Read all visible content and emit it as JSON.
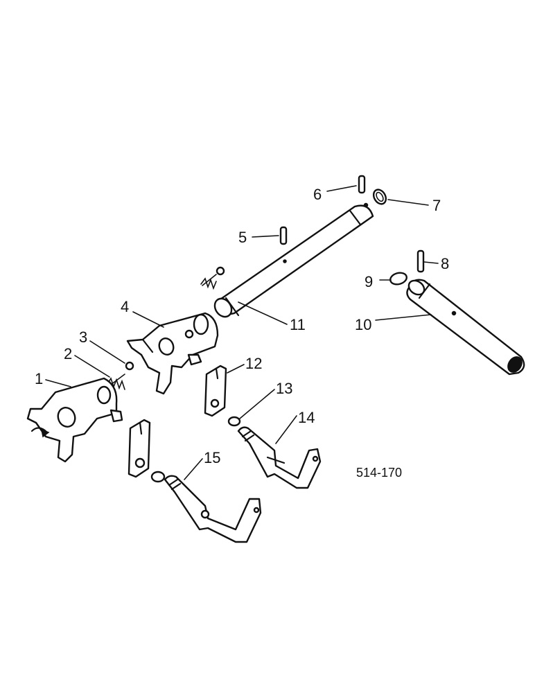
{
  "diagram": {
    "reference_code": "514-170",
    "callouts": [
      "1",
      "2",
      "3",
      "4",
      "5",
      "6",
      "7",
      "8",
      "9",
      "10",
      "11",
      "12",
      "13",
      "14",
      "15"
    ]
  },
  "colors": {
    "ink": "#111111",
    "paper": "#ffffff"
  }
}
